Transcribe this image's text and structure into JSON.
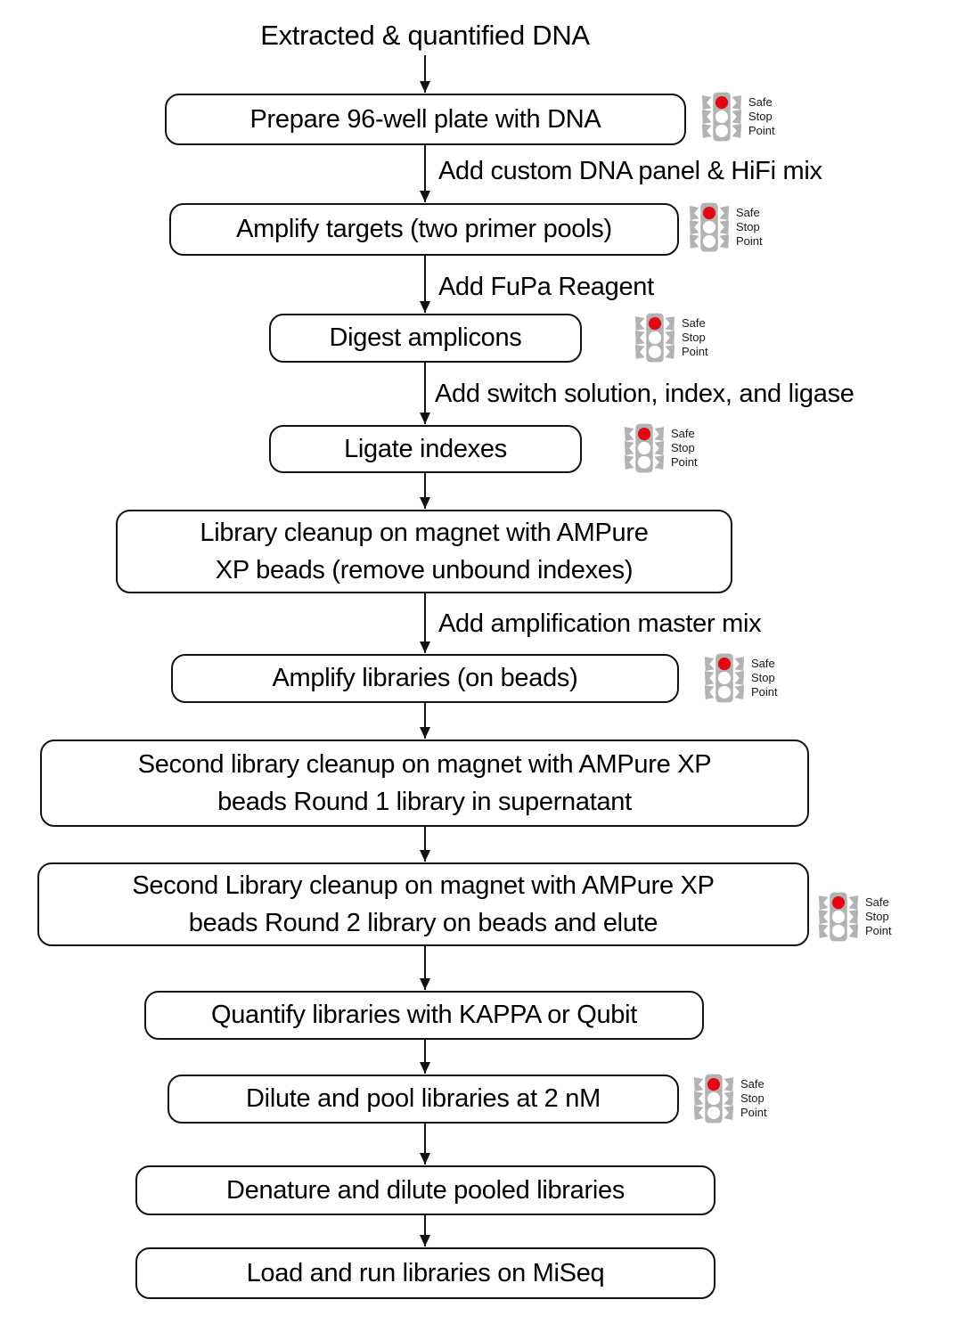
{
  "diagram": {
    "title": "Extracted & quantified DNA",
    "steps": [
      {
        "label": "Prepare 96-well plate with DNA",
        "safe_stop_point": true
      },
      {
        "label": "Amplify targets (two primer pools)",
        "safe_stop_point": true
      },
      {
        "label": "Digest amplicons",
        "safe_stop_point": true
      },
      {
        "label": "Ligate indexes",
        "safe_stop_point": true
      },
      {
        "label": "Library cleanup on magnet with AMPure\nXP beads (remove unbound indexes)",
        "safe_stop_point": false
      },
      {
        "label": "Amplify libraries (on beads)",
        "safe_stop_point": true
      },
      {
        "label": "Second library cleanup on magnet with AMPure XP\nbeads Round 1 library in supernatant",
        "safe_stop_point": false
      },
      {
        "label": "Second Library cleanup on magnet with AMPure XP\nbeads Round 2 library on beads and elute",
        "safe_stop_point": true
      },
      {
        "label": "Quantify libraries with KAPPA or Qubit",
        "safe_stop_point": false
      },
      {
        "label": "Dilute and pool libraries at 2 nM",
        "safe_stop_point": true
      },
      {
        "label": "Denature and dilute pooled libraries",
        "safe_stop_point": false
      },
      {
        "label": "Load and run libraries on MiSeq",
        "safe_stop_point": false
      }
    ],
    "edge_labels": [
      {
        "label": "Add custom DNA panel & HiFi mix"
      },
      {
        "label": "Add FuPa Reagent"
      },
      {
        "label": "Add switch solution, index, and ligase"
      },
      {
        "label": "Add amplification master mix"
      }
    ],
    "stop_icon": {
      "lines": [
        "Safe",
        "Stop",
        "Point"
      ],
      "red": "#e30613",
      "gray": "#b3b3b3"
    }
  }
}
